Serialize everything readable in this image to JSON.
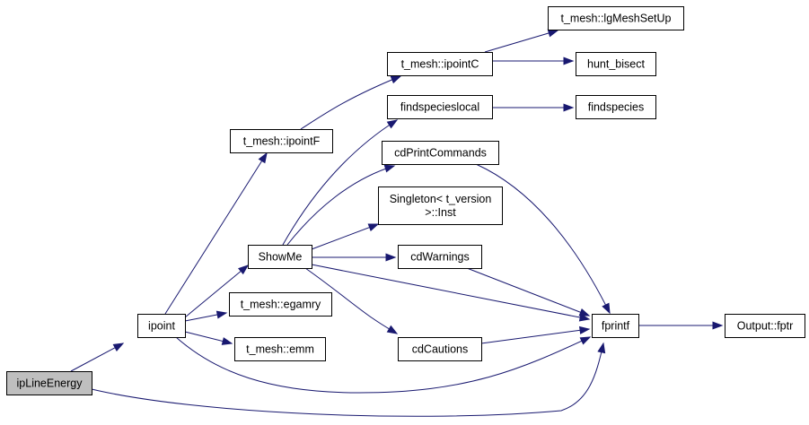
{
  "nodes": {
    "ipLineEnergy": {
      "lines": [
        "ipLineEnergy"
      ],
      "root": true
    },
    "ipoint": {
      "lines": [
        "ipoint"
      ]
    },
    "showMe": {
      "lines": [
        "ShowMe"
      ]
    },
    "egamry": {
      "lines": [
        "t_mesh::egamry"
      ]
    },
    "emm": {
      "lines": [
        "t_mesh::emm"
      ]
    },
    "ipointF": {
      "lines": [
        "t_mesh::ipointF"
      ]
    },
    "ipointC": {
      "lines": [
        "t_mesh::ipointC"
      ]
    },
    "lgMeshSetUp": {
      "lines": [
        "t_mesh::lgMeshSetUp"
      ]
    },
    "huntBisect": {
      "lines": [
        "hunt_bisect"
      ]
    },
    "findspeciesLocal": {
      "lines": [
        "findspecieslocal"
      ]
    },
    "findspecies": {
      "lines": [
        "findspecies"
      ]
    },
    "cdPrintCommands": {
      "lines": [
        "cdPrintCommands"
      ]
    },
    "singleton": {
      "lines": [
        "Singleton< t_version",
        ">::Inst"
      ]
    },
    "cdWarnings": {
      "lines": [
        "cdWarnings"
      ]
    },
    "cdCautions": {
      "lines": [
        "cdCautions"
      ]
    },
    "fprintf": {
      "lines": [
        "fprintf"
      ]
    },
    "outputFptr": {
      "lines": [
        "Output::fptr"
      ]
    }
  },
  "edges": [
    [
      "ipLineEnergy",
      "ipoint"
    ],
    [
      "ipLineEnergy",
      "fprintf"
    ],
    [
      "ipoint",
      "ipointF"
    ],
    [
      "ipoint",
      "showMe"
    ],
    [
      "ipoint",
      "egamry"
    ],
    [
      "ipoint",
      "emm"
    ],
    [
      "ipoint",
      "fprintf"
    ],
    [
      "ipointF",
      "ipointC"
    ],
    [
      "ipointC",
      "lgMeshSetUp"
    ],
    [
      "ipointC",
      "huntBisect"
    ],
    [
      "showMe",
      "findspeciesLocal"
    ],
    [
      "showMe",
      "cdPrintCommands"
    ],
    [
      "showMe",
      "singleton"
    ],
    [
      "showMe",
      "cdWarnings"
    ],
    [
      "showMe",
      "fprintf"
    ],
    [
      "showMe",
      "cdCautions"
    ],
    [
      "findspeciesLocal",
      "findspecies"
    ],
    [
      "cdPrintCommands",
      "fprintf"
    ],
    [
      "cdWarnings",
      "fprintf"
    ],
    [
      "cdCautions",
      "fprintf"
    ],
    [
      "fprintf",
      "outputFptr"
    ]
  ],
  "colors": {
    "edge": "#191970",
    "root_fill": "#bfbfbf",
    "node_fill": "#ffffff",
    "node_border": "#000000"
  }
}
